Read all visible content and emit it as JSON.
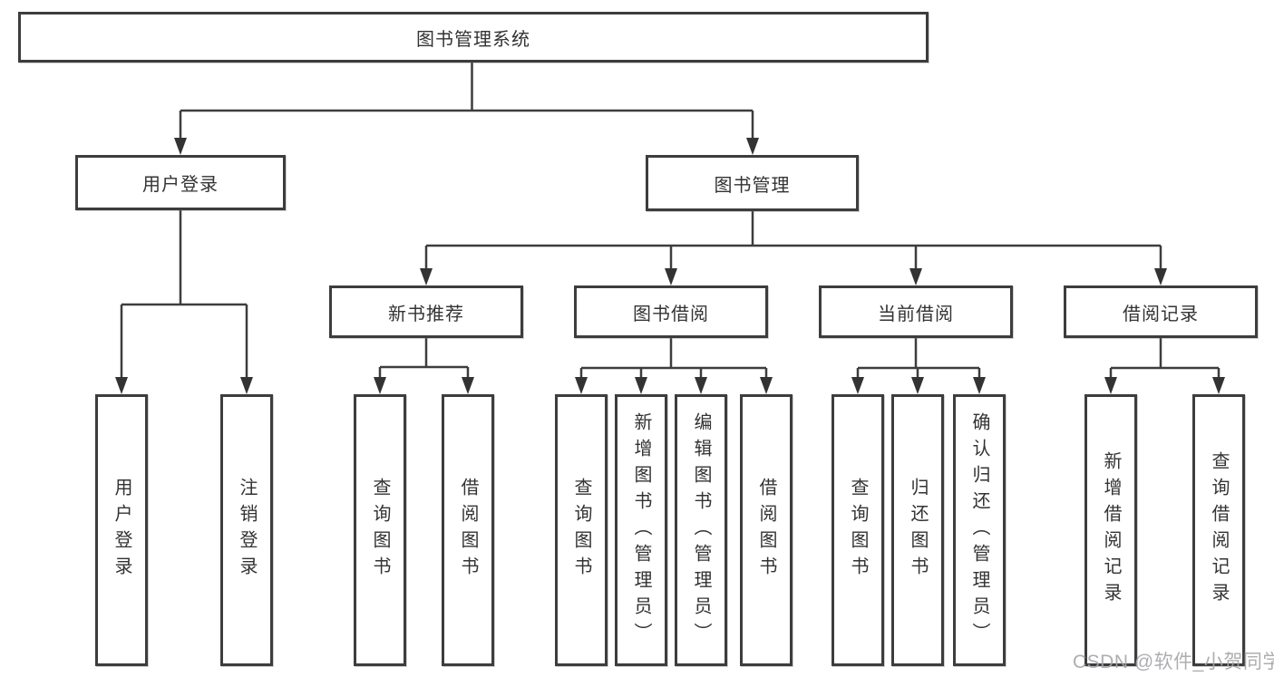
{
  "root": {
    "label": "图书管理系统"
  },
  "user_login": {
    "label": "用户登录",
    "leaves": [
      "用户登录",
      "注销登录"
    ]
  },
  "book_mgmt": {
    "label": "图书管理",
    "groups": [
      {
        "label": "新书推荐",
        "leaves": [
          "查询图书",
          "借阅图书"
        ]
      },
      {
        "label": "图书借阅",
        "leaves": [
          "查询图书",
          "新增图书（管理员）",
          "编辑图书（管理员）",
          "借阅图书"
        ]
      },
      {
        "label": "当前借阅",
        "leaves": [
          "查询图书",
          "归还图书",
          "确认归还（管理员）"
        ]
      },
      {
        "label": "借阅记录",
        "leaves": [
          "新增借阅记录",
          "查询借阅记录"
        ]
      }
    ]
  },
  "watermark": "CSDN @软件_小贺同学",
  "colors": {
    "line": "#3d3d3d",
    "text": "#333333",
    "background": "#ffffff",
    "watermark": "#a5a5aa"
  }
}
